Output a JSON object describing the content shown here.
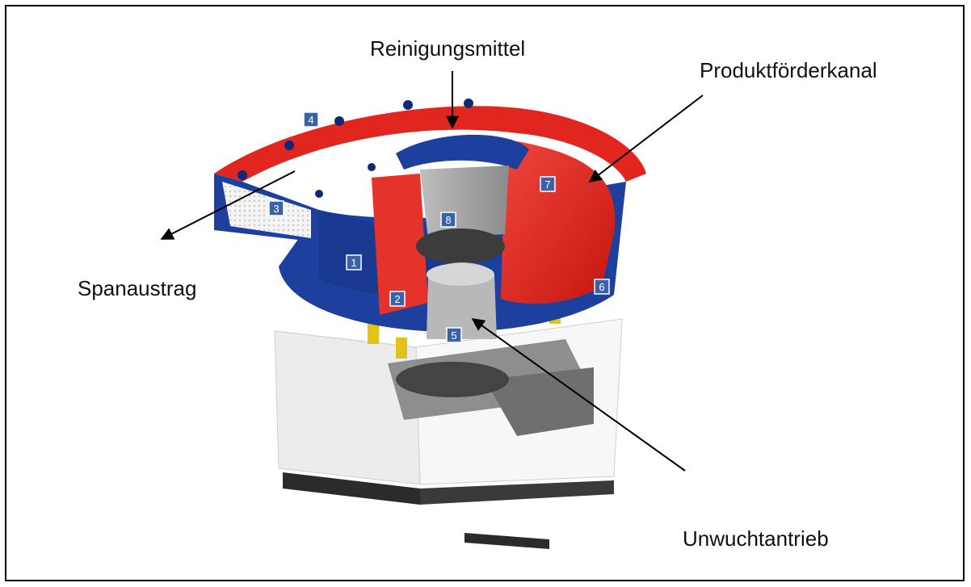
{
  "labels": {
    "reinigungsmittel": "Reinigungsmittel",
    "produktfoerderkanal": "Produktförderkanal",
    "spanaustrag": "Spanaustrag",
    "unwuchtantrieb": "Unwuchtantrieb"
  },
  "badges": [
    "1",
    "2",
    "3",
    "4",
    "5",
    "6",
    "7",
    "8"
  ],
  "colors": {
    "shell_blue": "#1d3f9e",
    "bowl_red": "#e0261e",
    "base_grey": "#e6e6e6",
    "badge_blue": "#3a62a8"
  }
}
